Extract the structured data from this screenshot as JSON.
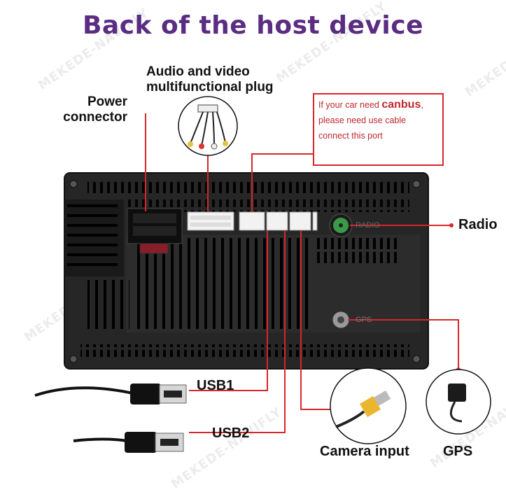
{
  "title": "Back of the host device",
  "labels": {
    "power_line1": "Power",
    "power_line2": "connector",
    "av_line1": "Audio and video",
    "av_line2": "multifunctional plug",
    "radio": "Radio",
    "usb1": "USB1",
    "usb2": "USB2",
    "camera": "Camera input",
    "gps": "GPS"
  },
  "canbus_note": {
    "line1_prefix": "If your car need ",
    "line1_strong": "canbus",
    "line1_suffix": ",",
    "line2": "please need use cable",
    "line3": "connect this port"
  },
  "panel_markings": {
    "radio": "RADIO",
    "gps": "GPS"
  },
  "watermark": "MEKEDE-NAVIFLY",
  "colors": {
    "title": "#5b2d82",
    "callout_line": "#d8262b",
    "device_body": "#1e1e1e",
    "radio_port": "#3a9a4a"
  }
}
